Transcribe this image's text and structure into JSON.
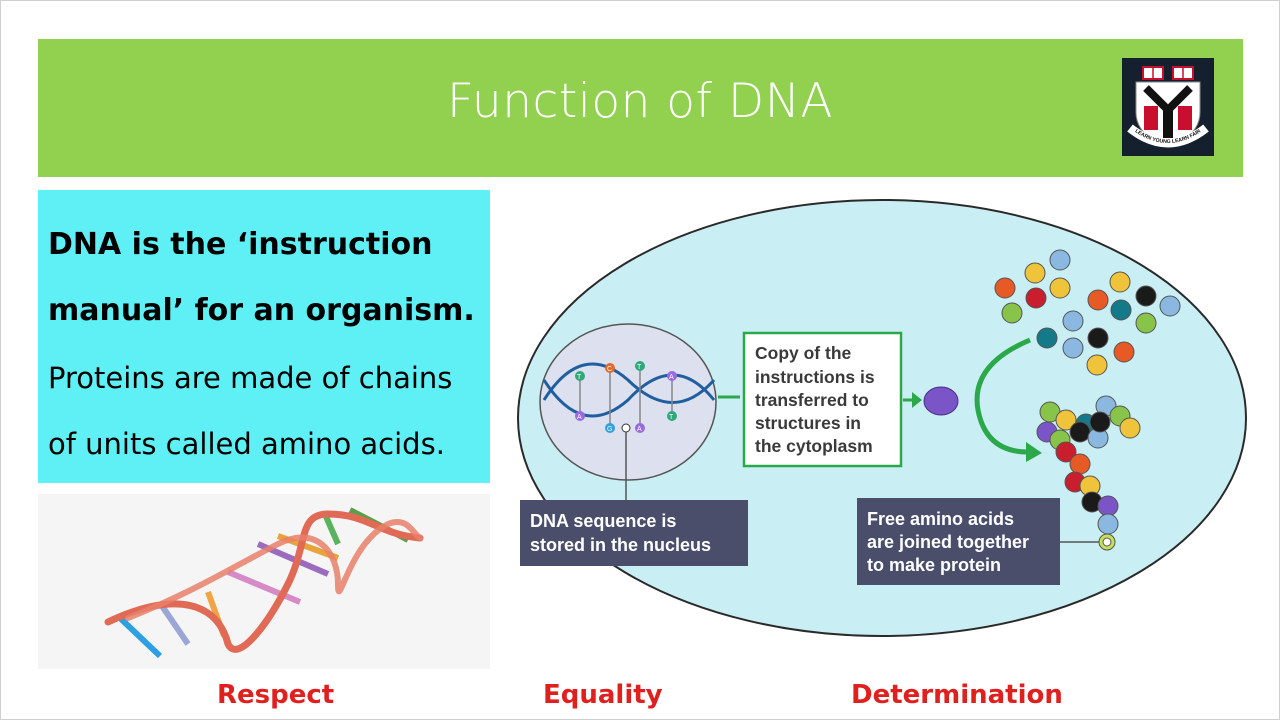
{
  "slide": {
    "title": "Function of DNA"
  },
  "logo": {
    "motto": "LEARN YOUNG LEARN FAIR",
    "colors": {
      "background": "#14202e",
      "shield": "#ffffff",
      "accent": "#c8102e"
    }
  },
  "text_box": {
    "statement_line1": "DNA is the ‘instruction",
    "statement_line2": "manual’ for an organism.",
    "detail_line1": "Proteins are made of chains",
    "detail_line2": "of units called amino acids."
  },
  "diagram": {
    "bases": [
      "T",
      "C",
      "T",
      "A",
      "A",
      "G",
      "A",
      "T"
    ],
    "copy_box": {
      "line1": "Copy of the",
      "line2": "instructions is",
      "line3": "transferred to",
      "line4": "structures in",
      "line5": "the cytoplasm"
    },
    "nucleus_label": {
      "line1": "DNA sequence is",
      "line2": "stored in the nucleus"
    },
    "protein_label": {
      "line1": "Free amino acids",
      "line2": "are joined together",
      "line3": "to make protein"
    },
    "colors": {
      "cell": "#c9eef3",
      "arrow": "#2aa84a",
      "label_bg": "#4a4e6a",
      "rna": "#7b55c7"
    }
  },
  "values": {
    "respect": "Respect",
    "equality": "Equality",
    "determination": "Determination"
  }
}
